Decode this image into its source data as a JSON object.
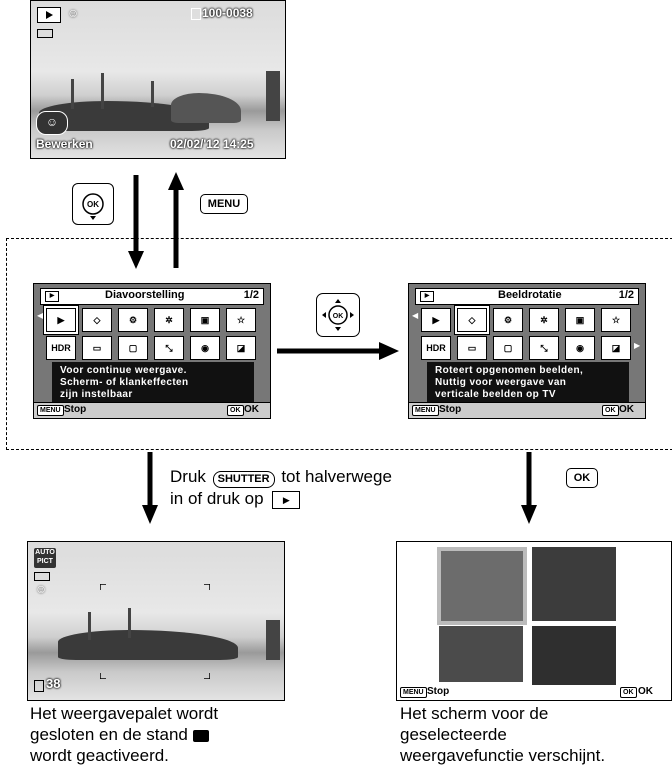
{
  "top_screen": {
    "file_number": "100-0038",
    "edit_label": "Bewerken",
    "datetime": "02/02/'12 14:25",
    "icons": [
      "playback-icon",
      "face-icon",
      "battery-icon",
      "edit-icon",
      "file-icon"
    ]
  },
  "key_menu": "MENU",
  "key_ok": "OK",
  "left_menu": {
    "page_title": "Diavoorstelling",
    "page_num": "1/2",
    "row2_first": "HDR",
    "description": [
      "Voor continue weergave.",
      "Scherm- of klankeffecten",
      "zijn instelbaar"
    ],
    "footer_stop": "Stop",
    "footer_ok": "OK",
    "menu_badge": "MENU",
    "ok_badge": "OK"
  },
  "right_menu": {
    "page_title": "Beeldrotatie",
    "page_num": "1/2",
    "row2_first": "HDR",
    "description": [
      "Roteert opgenomen beelden,",
      "Nuttig voor weergave van",
      "verticale beelden op TV"
    ],
    "footer_stop": "Stop",
    "footer_ok": "OK",
    "menu_badge": "MENU",
    "ok_badge": "OK"
  },
  "shutter_instruction": {
    "line1_a": "Druk",
    "shutter_key": "SHUTTER",
    "line1_b": "tot halverwege",
    "line2": "in of druk op"
  },
  "bottom_left_screen": {
    "mode_badge_1": "AUTO",
    "mode_badge_2": "PICT",
    "shots_remaining": "38"
  },
  "bottom_right_screen": {
    "footer_stop": "Stop",
    "footer_ok": "OK",
    "menu_badge": "MENU",
    "ok_badge": "OK"
  },
  "captions": {
    "left": [
      "Het weergavepalet wordt",
      "gesloten en de stand",
      "wordt geactiveerd."
    ],
    "right": [
      "Het scherm voor de",
      "geselecteerde",
      "weergavefunctie verschijnt."
    ]
  }
}
